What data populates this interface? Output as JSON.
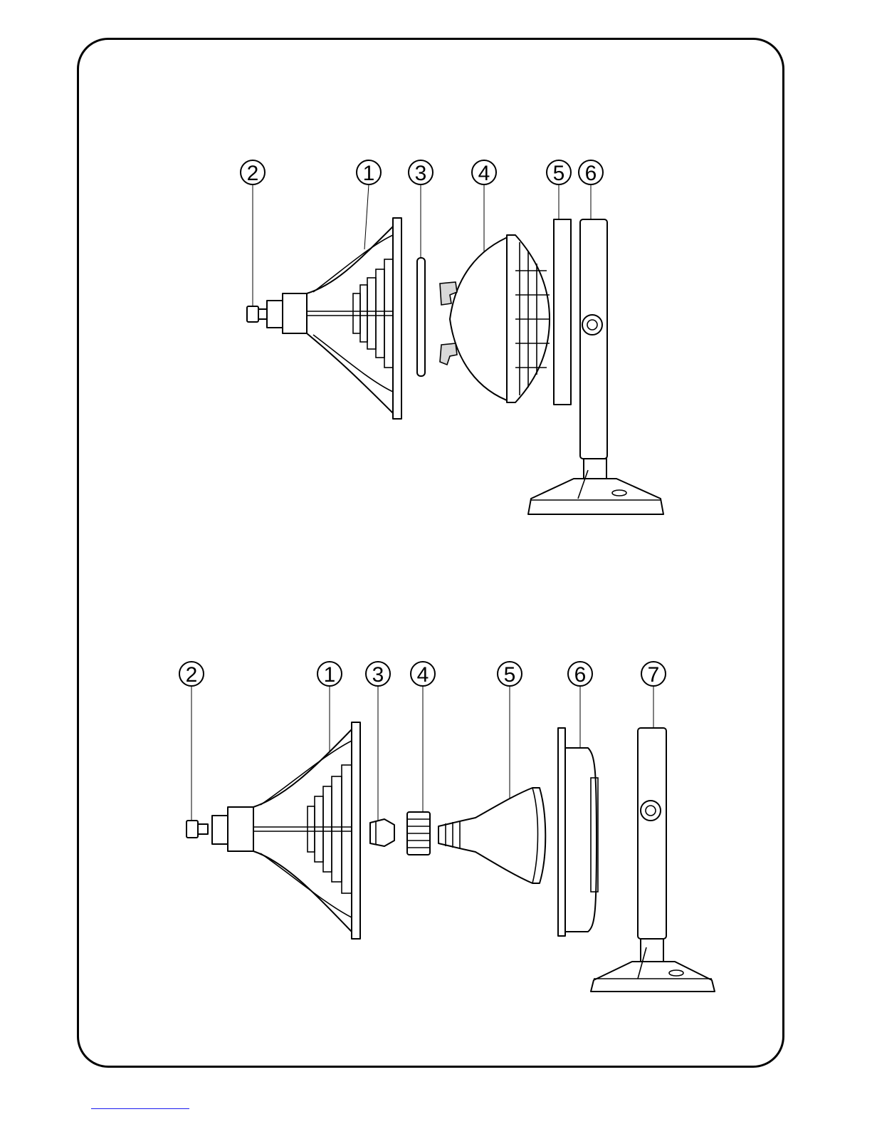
{
  "diagrams": [
    {
      "callouts": [
        "2",
        "1",
        "3",
        "4",
        "5",
        "6"
      ]
    },
    {
      "callouts": [
        "2",
        "1",
        "3",
        "4",
        "5",
        "6",
        "7"
      ]
    }
  ],
  "colors": {
    "line": "#000000",
    "paper": "#ffffff",
    "footer_link": "#1a1aee"
  }
}
